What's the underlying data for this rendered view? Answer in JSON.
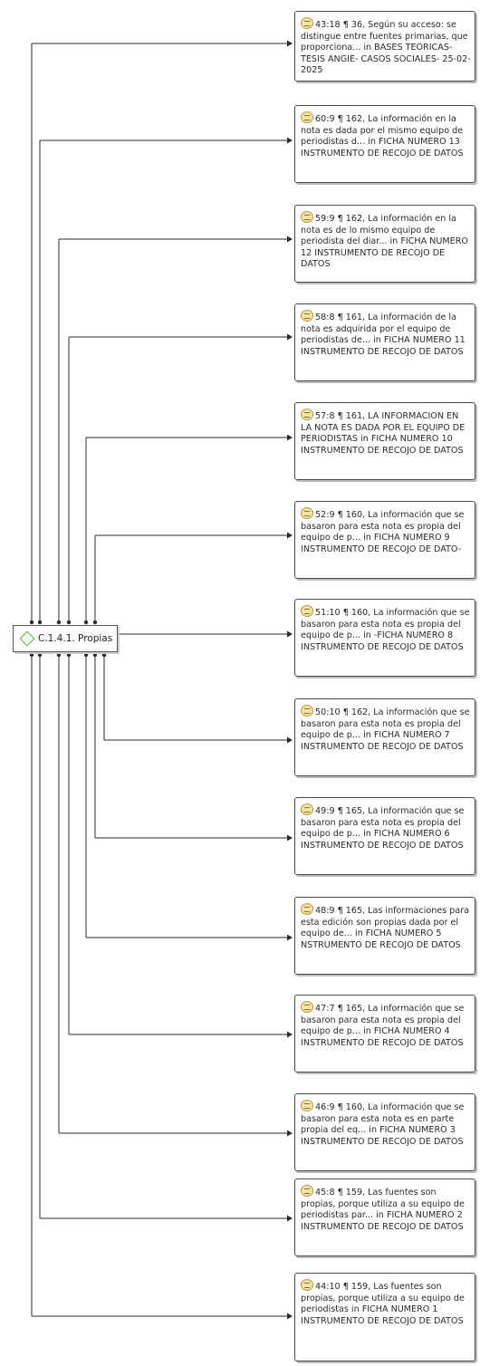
{
  "code": {
    "label": "C.1.4.1. Propias",
    "icon": "code-diamond-icon",
    "icon_color": "#6aa84f"
  },
  "quotations": [
    {
      "id": "43:18",
      "text": "43:18 ¶ 36, Según su acceso: se distingue entre fuentes primarias, que proporciona... in BASES TEORICAS- TESIS ANGIE- CASOS SOCIALES- 25-02-2025"
    },
    {
      "id": "60:9",
      "text": "60:9 ¶ 162, La información en la nota es dada por el mismo equipo de periodistas d... in FICHA NUMERO 13 INSTRUMENTO DE RECOJO DE DATOS"
    },
    {
      "id": "59:9",
      "text": "59:9 ¶ 162, La información en la nota es de lo mismo equipo de periodista del diar... in FICHA NUMERO 12 INSTRUMENTO DE RECOJO DE DATOS"
    },
    {
      "id": "58:8",
      "text": "58:8 ¶ 161, La información de la nota es adquirida por el equipo de periodistas de... in FICHA NUMERO 11 INSTRUMENTO DE RECOJO DE DATOS"
    },
    {
      "id": "57:8",
      "text": "57:8 ¶ 161, LA INFORMACION EN LA NOTA ES DADA POR EL EQUIPO DE PERIODISTAS in FICHA NUMERO 10 INSTRUMENTO DE RECOJO DE DATOS"
    },
    {
      "id": "52:9",
      "text": "52:9 ¶ 160, La información que se basaron para esta nota es propia del equipo de p... in FICHA NUMERO 9 INSTRUMENTO DE RECOJO DE DATO-"
    },
    {
      "id": "51:10",
      "text": "51:10 ¶ 160, La información que se basaron para esta nota es propia del equipo de p... in -FICHA NUMERO 8 INSTRUMENTO DE RECOJO DE DATOS"
    },
    {
      "id": "50:10",
      "text": "50:10 ¶ 162, La información que se basaron para esta nota es propia del equipo de p... in FICHA NUMERO 7 INSTRUMENTO DE RECOJO DE DATOS"
    },
    {
      "id": "49:9",
      "text": "49:9 ¶ 165, La información que se basaron para esta nota es propia del equipo de p... in FICHA NUMERO 6 INSTRUMENTO DE RECOJO DE DATOS"
    },
    {
      "id": "48:9",
      "text": "48:9 ¶ 165, Las informaciones para esta edición son propias dada por el equipo de... in FICHA NUMERO 5 NSTRUMENTO DE RECOJO DE DATOS"
    },
    {
      "id": "47:7",
      "text": "47:7 ¶ 165, La información que se basaron para esta nota es propia del equipo de p... in FICHA NUMERO 4 INSTRUMENTO DE RECOJO DE DATOS"
    },
    {
      "id": "46:9",
      "text": "46:9 ¶ 160, La información que se basaron para esta nota es en parte propia del eq... in FICHA NUMERO 3 INSTRUMENTO DE RECOJO DE DATOS"
    },
    {
      "id": "45:8",
      "text": "45:8 ¶ 159, Las fuentes son propias, porque utiliza a su equipo de periodistas par... in FICHA NUMERO 2 INSTRUMENTO DE RECOJO DE DATOS"
    },
    {
      "id": "44:10",
      "text": "44:10 ¶ 159, Las fuentes son propias, porque utiliza a su equipo de periodistas in FICHA NUMERO 1 INSTRUMENTO DE RECOJO DE DATOS"
    }
  ],
  "quotation_icon": "quotation-icon",
  "link_color": "#2b2b2b"
}
